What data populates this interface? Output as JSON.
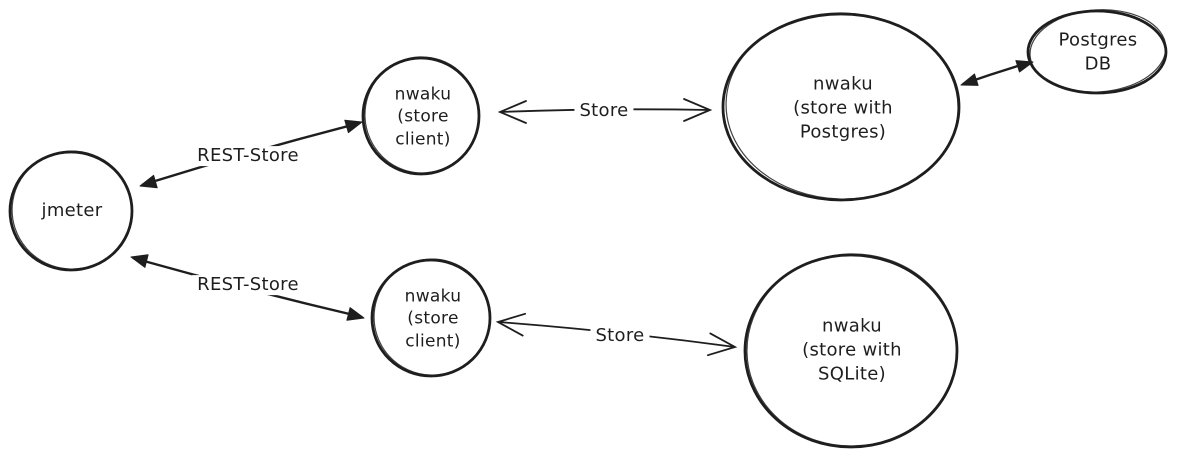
{
  "diagram": {
    "style": {
      "stroke_color": "#1e1e1e",
      "background_color": "#ffffff"
    },
    "nodes": {
      "jmeter": {
        "label": "jmeter",
        "shape": "circle"
      },
      "client_top": {
        "label": "nwaku\n(store\nclient)",
        "shape": "circle"
      },
      "client_bottom": {
        "label": "nwaku\n(store\nclient)",
        "shape": "circle"
      },
      "store_postgres": {
        "label": "nwaku\n(store with\nPostgres)",
        "shape": "ellipse"
      },
      "postgres_db": {
        "label": "Postgres\nDB",
        "shape": "ellipse"
      },
      "store_sqlite": {
        "label": "nwaku\n(store with\nSQLite)",
        "shape": "circle"
      }
    },
    "edges": {
      "rest_store_top": {
        "label": "REST-Store",
        "from": "jmeter",
        "to": "client_top",
        "arrowheads": "filled-both"
      },
      "rest_store_bottom": {
        "label": "REST-Store",
        "from": "jmeter",
        "to": "client_bottom",
        "arrowheads": "filled-both"
      },
      "store_top": {
        "label": "Store",
        "from": "client_top",
        "to": "store_postgres",
        "arrowheads": "open-both"
      },
      "store_bottom": {
        "label": "Store",
        "from": "client_bottom",
        "to": "store_sqlite",
        "arrowheads": "open-both"
      },
      "db_link": {
        "label": "",
        "from": "store_postgres",
        "to": "postgres_db",
        "arrowheads": "filled-both"
      }
    }
  }
}
